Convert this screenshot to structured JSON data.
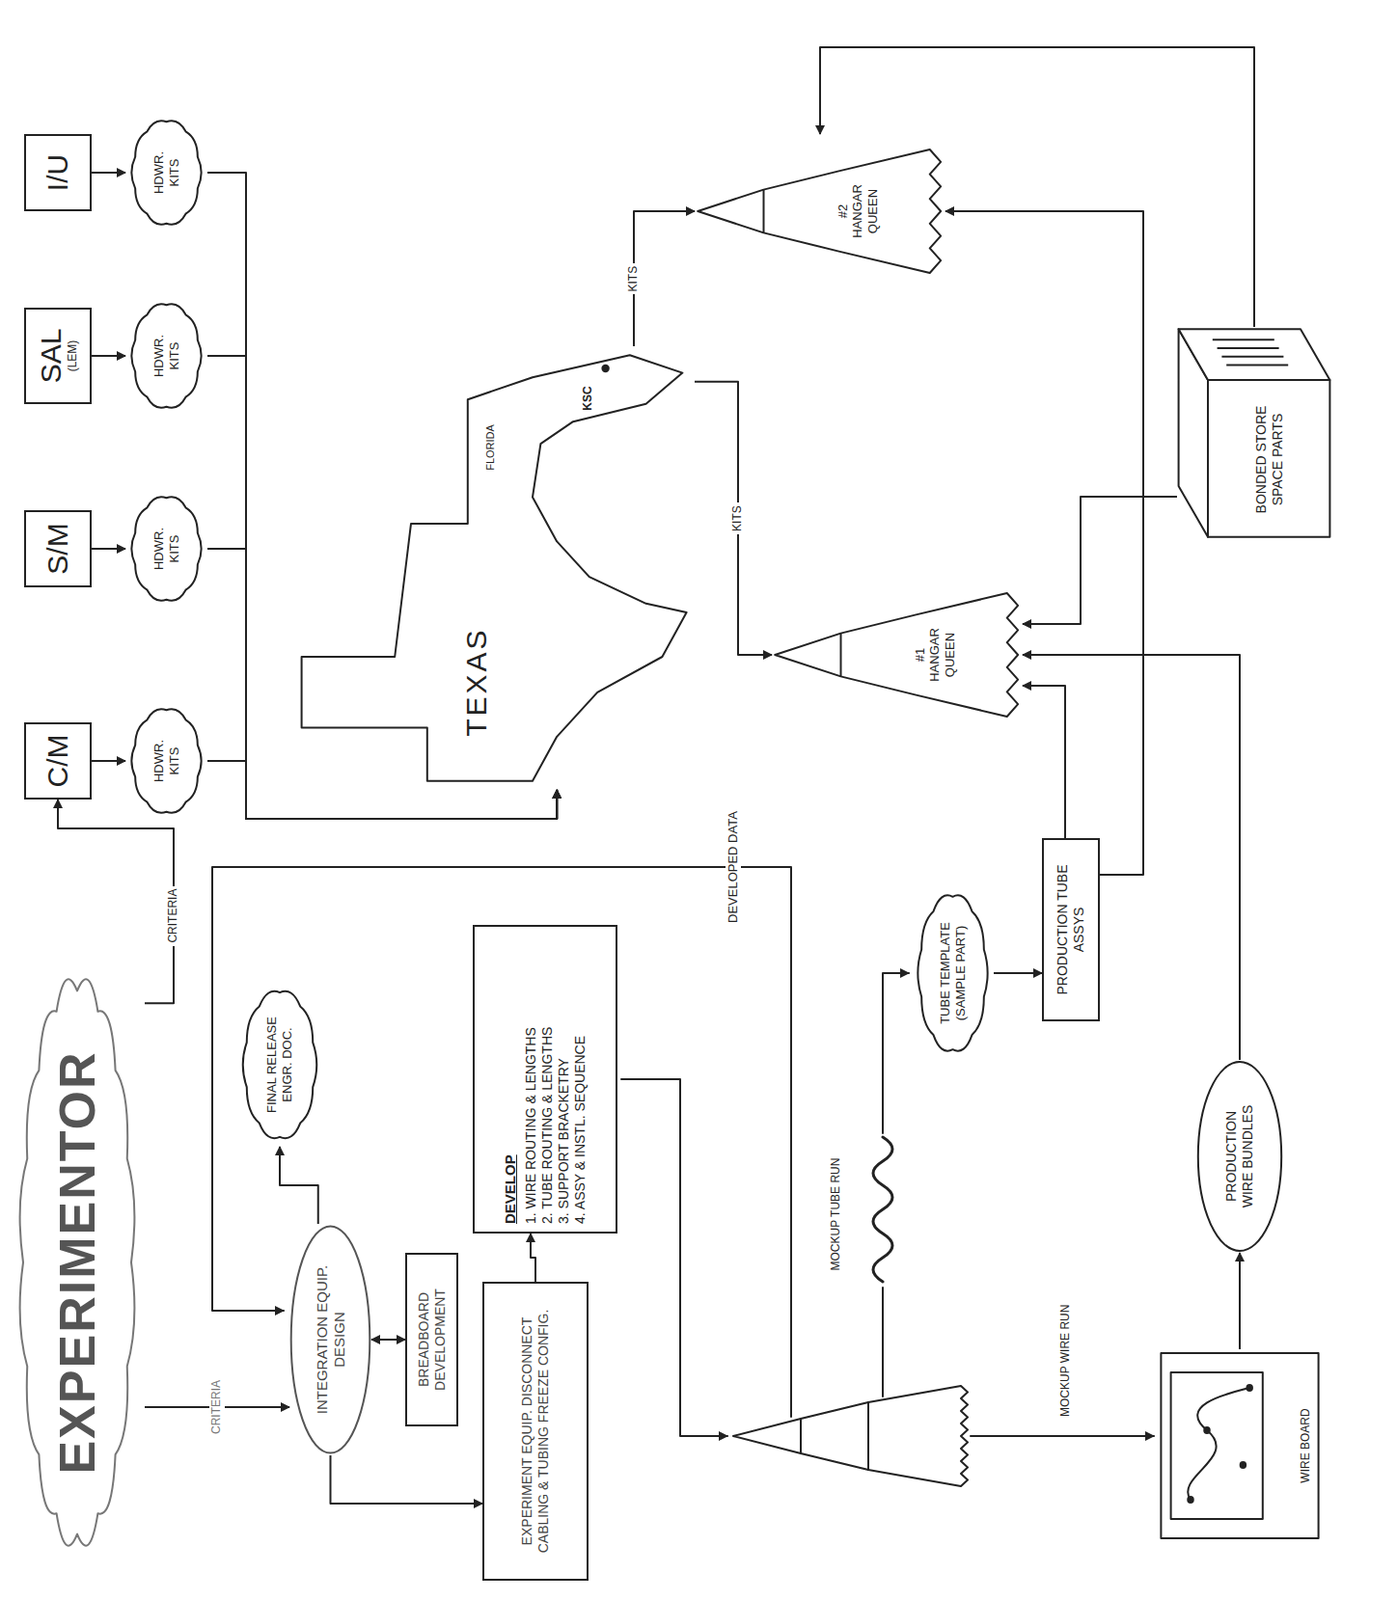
{
  "diagram": {
    "nodes": [
      {
        "text": [
          "EXPERIMENTOR"
        ]
      },
      {
        "text": [
          "C/M"
        ]
      },
      {
        "text": [
          "S/M"
        ]
      },
      {
        "text": [
          "SAL",
          "(LEM)"
        ]
      },
      {
        "text": [
          "I/U"
        ]
      },
      {
        "text": [
          "HDWR. KITS"
        ]
      },
      {
        "text": [
          "HDWR. KITS"
        ]
      },
      {
        "text": [
          "HDWR. KITS"
        ]
      },
      {
        "text": [
          "HDWR. KITS"
        ]
      },
      {
        "text": [
          "INTEGRATION EQUIP. DESIGN"
        ]
      },
      {
        "text": [
          "FINAL RELEASE ENGR. DOC."
        ]
      },
      {
        "text": [
          "TEXAS",
          "FLORIDA",
          "KSC"
        ]
      },
      {
        "text": [
          "BREADBOARD DEVELOPMENT"
        ]
      },
      {
        "text": [
          "EXPERIMENT EQUIP. DISCONNECT CABLING & TUBING FREEZE CONFIG."
        ]
      },
      {
        "text": [
          "DEVELOP",
          "1. WIRE ROUTING & LENGTHS",
          "2. TUBE ROUTING & LENGTHS",
          "3. SUPPORT BRACKETRY",
          "4. ASSY & INSTL. SEQUENCE"
        ]
      },
      {
        "text": [
          "#2 HANGAR QUEEN"
        ]
      },
      {
        "text": [
          "#1 HANGAR QUEEN"
        ]
      },
      {
        "text": [
          "TUBE TEMPLATE (SAMPLE PART)"
        ]
      },
      {
        "text": [
          "PRODUCTION TUBE ASSYS"
        ]
      },
      {
        "text": [
          "WIRE BOARD"
        ]
      },
      {
        "text": [
          "PRODUCTION WIRE BUNDLES"
        ]
      },
      {
        "text": [
          "BONDED STORE SPACE PARTS"
        ]
      }
    ],
    "edges": [
      {
        "from": 0,
        "to": 1,
        "arrow": "to",
        "label": "CRITERIA"
      },
      {
        "from": 0,
        "to": 9,
        "arrow": "to",
        "label": "CRITERIA"
      },
      {
        "from": 1,
        "to": 5,
        "arrow": "to"
      },
      {
        "from": 2,
        "to": 6,
        "arrow": "to"
      },
      {
        "from": 3,
        "to": 7,
        "arrow": "to"
      },
      {
        "from": 4,
        "to": 8,
        "arrow": "to"
      },
      {
        "from": 5,
        "to": 11,
        "arrow": "to"
      },
      {
        "from": 6,
        "to": 11,
        "arrow": "to"
      },
      {
        "from": 7,
        "to": 11,
        "arrow": "to"
      },
      {
        "from": 8,
        "to": 11,
        "arrow": "to"
      },
      {
        "from": 9,
        "to": 12,
        "arrow": "both"
      },
      {
        "from": 9,
        "to": 10,
        "arrow": "to"
      },
      {
        "from": 9,
        "to": 13,
        "arrow": "to"
      },
      {
        "from": 13,
        "to": 14,
        "arrow": "to"
      },
      {
        "from": 11,
        "to": 16,
        "arrow": "to",
        "label": "KITS"
      },
      {
        "from": 11,
        "to": 15,
        "arrow": "to",
        "label": "KITS"
      },
      {
        "from": 17,
        "to": 18,
        "arrow": "to"
      },
      {
        "from": 18,
        "to": 16,
        "arrow": "to"
      },
      {
        "from": 18,
        "to": 15,
        "arrow": "to"
      },
      {
        "from": 19,
        "to": 20,
        "arrow": "to"
      },
      {
        "from": 20,
        "to": 16,
        "arrow": "to"
      },
      {
        "from": 21,
        "to": 16,
        "arrow": "to"
      },
      {
        "from": 21,
        "to": 15,
        "arrow": "to"
      }
    ],
    "labels": [
      "DEVELOPED DATA",
      "MOCKUP TUBE RUN",
      "MOCKUP WIRE RUN"
    ]
  }
}
